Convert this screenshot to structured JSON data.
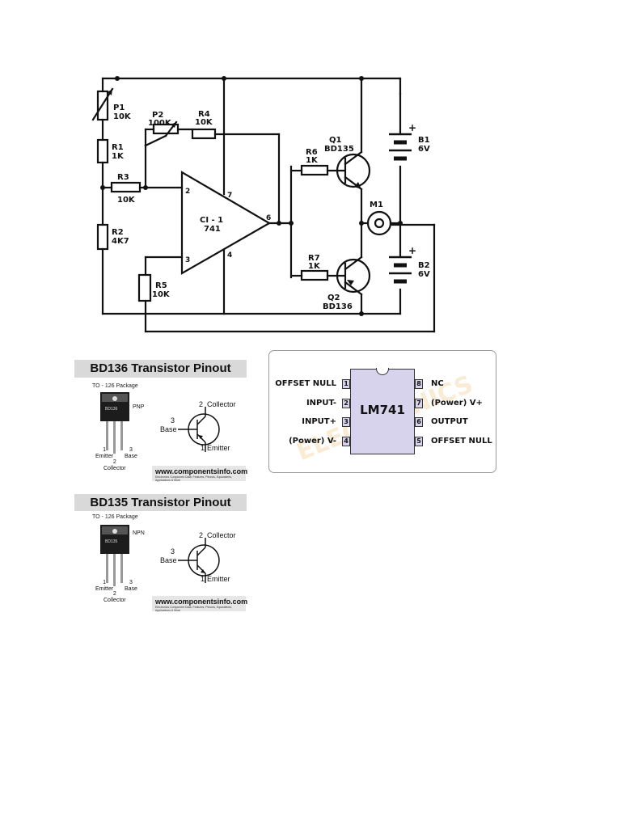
{
  "schematic": {
    "labels": {
      "p1": "P1",
      "p1v": "10K",
      "r1": "R1",
      "r1v": "1K",
      "r3": "R3",
      "r3v": "10K",
      "r2": "R2",
      "r2v": "4K7",
      "p2": "P2",
      "p2v": "100K",
      "r4": "R4",
      "r4v": "10K",
      "r5": "R5",
      "r5v": "10K",
      "ic": "CI - 1",
      "icv": "741",
      "pin2": "2",
      "pin3": "3",
      "pin4": "4",
      "pin6": "6",
      "pin7": "7",
      "r6": "R6",
      "r6v": "1K",
      "q1": "Q1",
      "q1v": "BD135",
      "r7": "R7",
      "r7v": "1K",
      "q2": "Q2",
      "q2v": "BD136",
      "m1": "M1",
      "b1": "B1",
      "b1v": "6V",
      "b2": "B2",
      "b2v": "6V",
      "plus1": "+",
      "plus2": "+"
    }
  },
  "bd136": {
    "title": "BD136 Transistor Pinout",
    "package": "TO - 126 Package",
    "type": "PNP",
    "chip_text": "BD136",
    "pin_emitter": "1\nEmitter",
    "pin_collector": "2\nCollector",
    "pin_base": "3\nBase",
    "sym_collector_num": "2",
    "sym_collector": "Collector",
    "sym_base_num": "3",
    "sym_base": "Base",
    "sym_emitter_num": "1",
    "sym_emitter": "Emitter",
    "site": "www.componentsinfo.com",
    "tagline": "Electronics Component Data, Features, Pinouts, Equivalents, Applications & More"
  },
  "bd135": {
    "title": "BD135 Transistor Pinout",
    "package": "TO - 126 Package",
    "type": "NPN",
    "chip_text": "BD135",
    "pin_emitter": "1\nEmitter",
    "pin_collector": "2\nCollector",
    "pin_base": "3\nBase",
    "sym_collector_num": "2",
    "sym_collector": "Collector",
    "sym_base_num": "3",
    "sym_base": "Base",
    "sym_emitter_num": "1",
    "sym_emitter": "Emitter",
    "site": "www.componentsinfo.com",
    "tagline": "Electronics Component Data, Features, Pinouts, Equivalents, Applications & More"
  },
  "lm741": {
    "title": "LM741",
    "left_pins": [
      {
        "num": "1",
        "label": "OFFSET NULL"
      },
      {
        "num": "2",
        "label": "INPUT-"
      },
      {
        "num": "3",
        "label": "INPUT+"
      },
      {
        "num": "4",
        "label": "(Power) V-"
      }
    ],
    "right_pins": [
      {
        "num": "8",
        "label": "NC"
      },
      {
        "num": "7",
        "label": "(Power) V+"
      },
      {
        "num": "6",
        "label": "OUTPUT"
      },
      {
        "num": "5",
        "label": "OFFSET NULL"
      }
    ],
    "pin_fill": "#d8d3ec"
  }
}
